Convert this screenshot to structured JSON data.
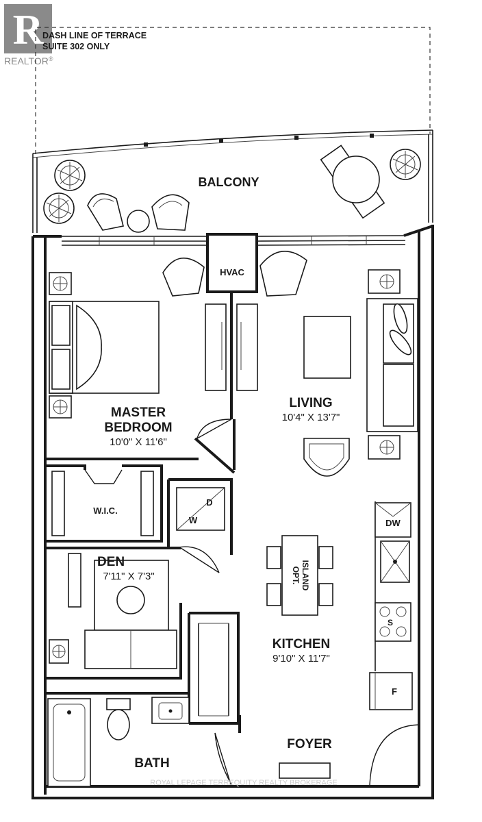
{
  "watermark": {
    "logo_letters": "R",
    "brand": "REALTOR",
    "trademark": "®",
    "footer_credit": "ROYAL LEPAGE TERREQUITY REALTY BROKERAGE"
  },
  "terrace_note": {
    "line1": "DASH LINE OF TERRACE",
    "line2": "SUITE 302 ONLY"
  },
  "rooms": {
    "balcony": {
      "name": "BALCONY"
    },
    "hvac": {
      "name": "HVAC"
    },
    "living": {
      "name": "LIVING",
      "dims": "10'4\" X 13'7\""
    },
    "master_bedroom": {
      "name_line1": "MASTER",
      "name_line2": "BEDROOM",
      "dims": "10'0\" X 11'6\""
    },
    "wic": {
      "name": "W.I.C."
    },
    "den": {
      "name": "DEN",
      "dims": "7'11\" X 7'3\""
    },
    "kitchen": {
      "name": "KITCHEN",
      "dims": "9'10\" X 11'7\""
    },
    "bath": {
      "name": "BATH"
    },
    "foyer": {
      "name": "FOYER"
    }
  },
  "appliances": {
    "washer": "W",
    "dryer": "D",
    "dishwasher": "DW",
    "stove": "S",
    "fridge": "F",
    "island_line1": "OPT.",
    "island_line2": "ISLAND"
  },
  "colors": {
    "line": "#1a1a1a",
    "background": "#ffffff",
    "watermark_gray": "#8a8a8a"
  }
}
